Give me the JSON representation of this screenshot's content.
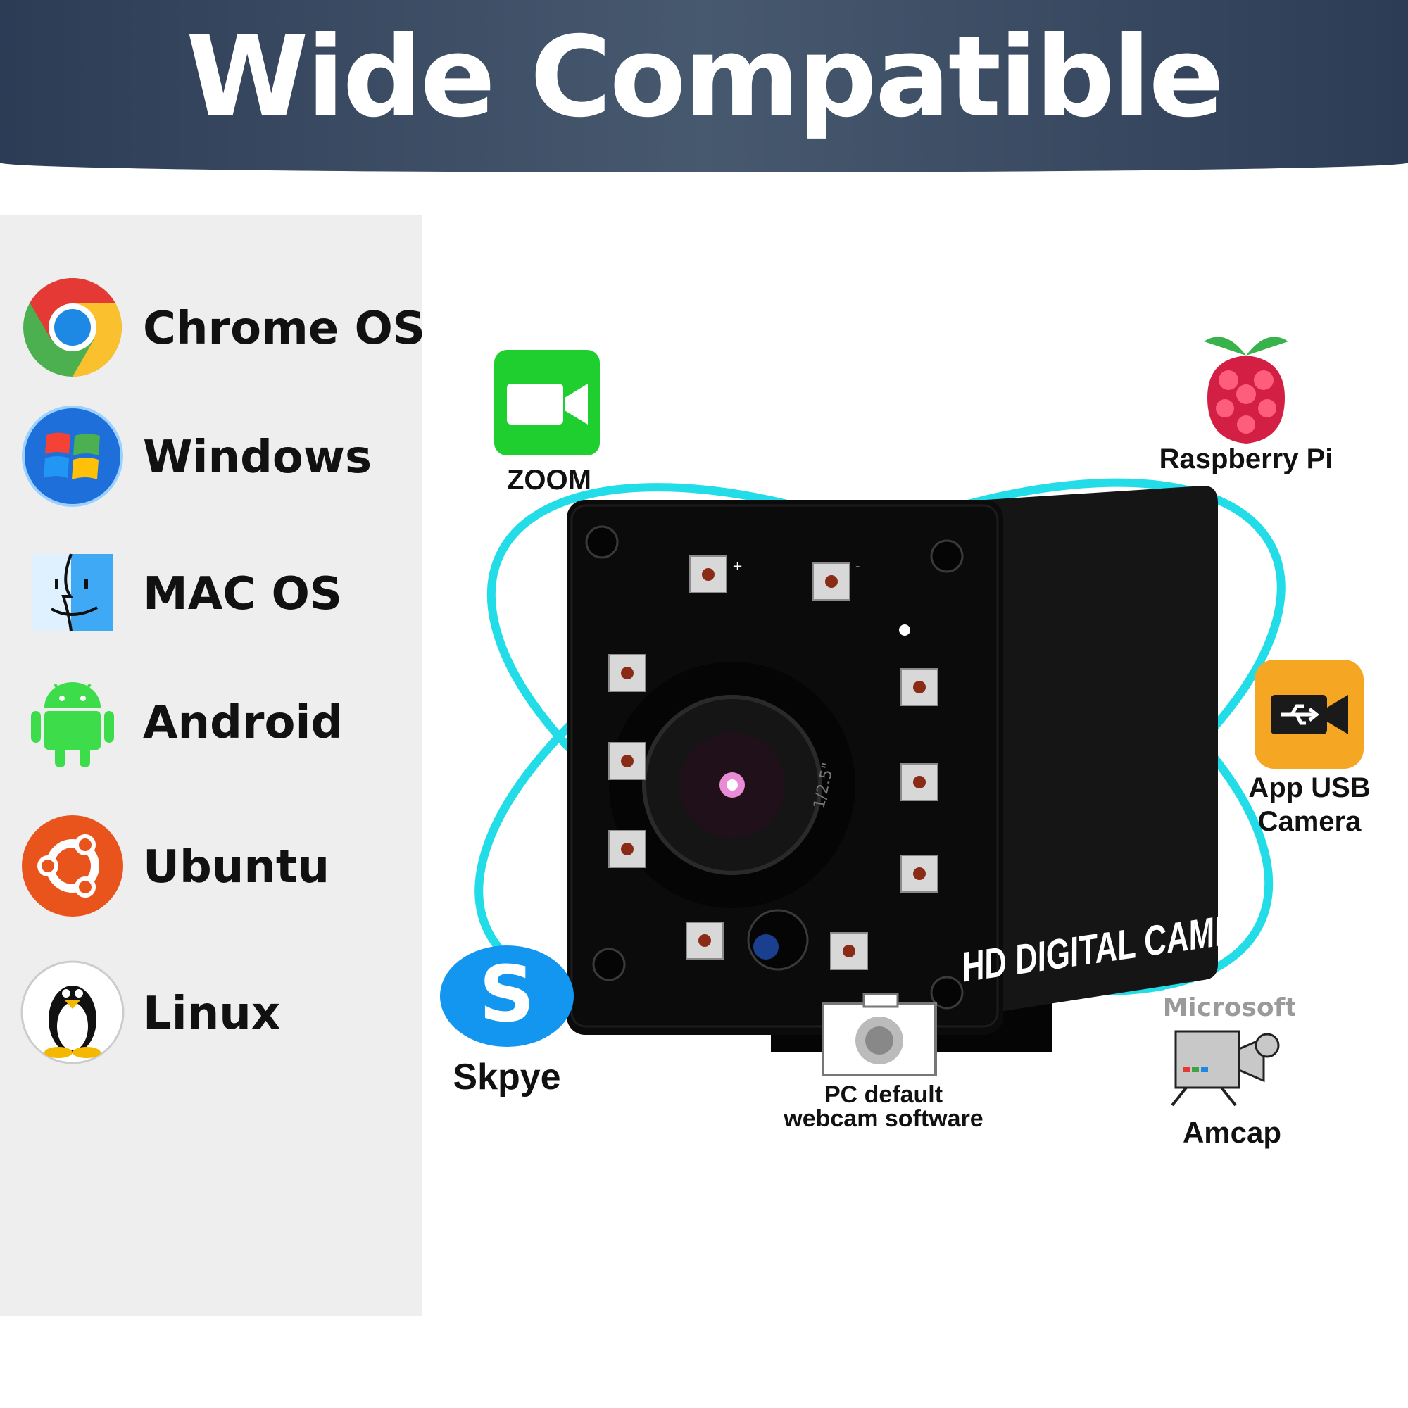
{
  "header": {
    "title": "Wide Compatible"
  },
  "os_list": [
    {
      "label": "Chrome OS",
      "icon": "chrome-icon"
    },
    {
      "label": "Windows",
      "icon": "windows-icon"
    },
    {
      "label": "MAC OS",
      "icon": "mac-finder-icon"
    },
    {
      "label": "Android",
      "icon": "android-icon"
    },
    {
      "label": "Ubuntu",
      "icon": "ubuntu-icon"
    },
    {
      "label": "Linux",
      "icon": "linux-tux-icon"
    }
  ],
  "apps": {
    "zoom": {
      "label": "ZOOM",
      "icon": "video-camera-icon"
    },
    "raspberry": {
      "label": "Raspberry Pi",
      "icon": "raspberry-pi-icon"
    },
    "usb_camera": {
      "label_line1": "App USB",
      "label_line2": "Camera",
      "icon": "usb-camera-icon"
    },
    "skype": {
      "label": "Skpye",
      "icon": "skype-icon"
    },
    "pc_webcam": {
      "label_line1": "PC default",
      "label_line2": "webcam software",
      "icon": "camera-icon"
    },
    "amcap": {
      "label": "Amcap",
      "brand": "Microsoft",
      "icon": "amcap-icon"
    }
  },
  "product": {
    "label": "HD DIGITAL CAMERA",
    "lens_marking": "1/2.5\"",
    "led_polarity": [
      "+",
      "-"
    ]
  },
  "colors": {
    "banner": "#3b4b63",
    "orbit": "#22dde8",
    "panel": "#eeeeee",
    "camera_body": "#0b0b0b"
  }
}
